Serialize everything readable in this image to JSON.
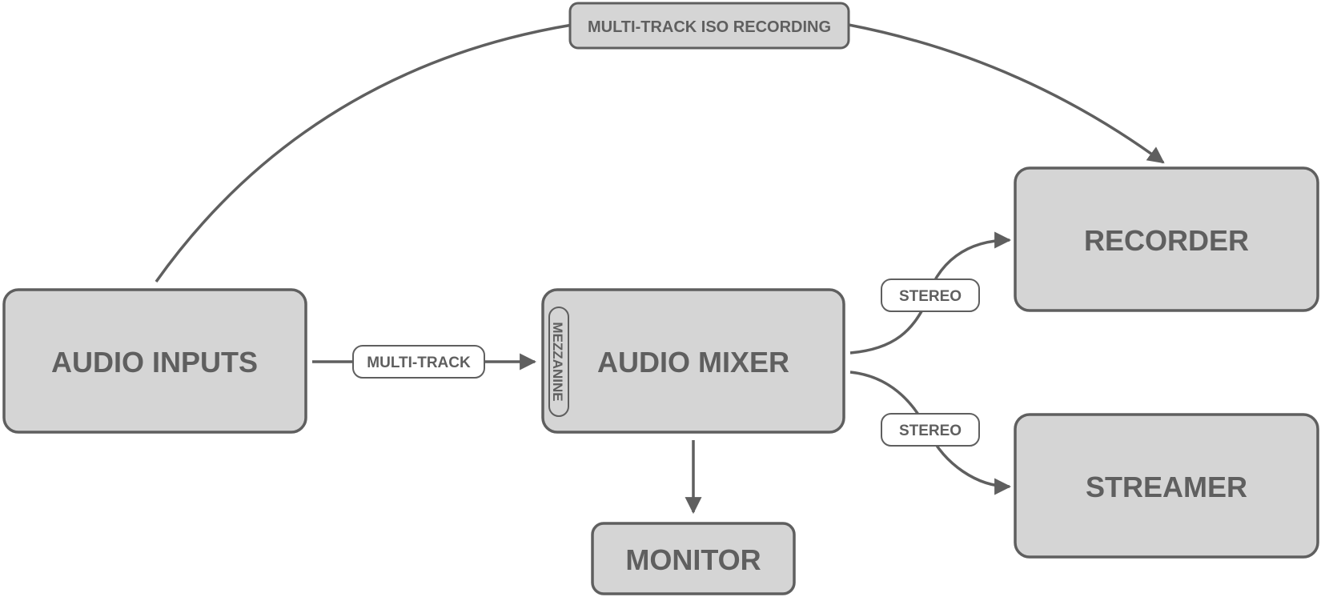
{
  "nodes": {
    "audio_inputs": "AUDIO INPUTS",
    "audio_mixer": "AUDIO MIXER",
    "mezzanine": "MEZZANINE",
    "recorder": "RECORDER",
    "streamer": "STREAMER",
    "monitor": "MONITOR"
  },
  "edge_labels": {
    "iso_recording": "MULTI-TRACK ISO RECORDING",
    "multi_track": "MULTI-TRACK",
    "stereo_recorder": "STEREO",
    "stereo_streamer": "STEREO"
  },
  "colors": {
    "box_fill": "#d5d5d5",
    "stroke": "#5f5f5f",
    "pill_fill": "#ffffff"
  }
}
